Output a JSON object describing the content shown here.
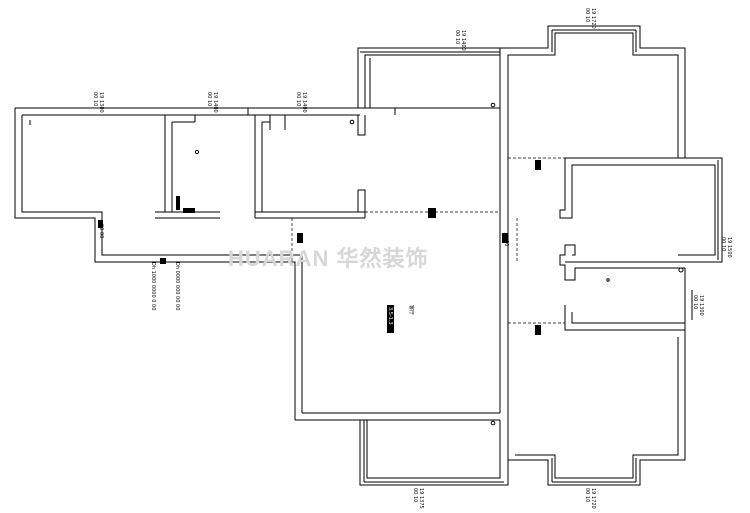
{
  "watermark": "HUARAN 华然装饰",
  "dimensions": {
    "top_left_room": "19 1300\n00 10",
    "top_mid_left": "19 1400\n00 10",
    "top_mid": "19 1400\n00 10",
    "top_balcony": "19 1400\n00 10",
    "top_right": "19 1720\n00 10",
    "right_upper": "19 1500\n00 10",
    "right_lower": "19 1300\n00 10",
    "bottom_mid": "19 1375\n00 10",
    "bottom_right": "19 1720\n00 10"
  },
  "annotations": {
    "living_room_tag": "客厅",
    "living_room_code": "3.5-1.3",
    "entry_notes": [
      "Dh 1000 0000 0 00",
      "Dh 0000 000 00 00"
    ],
    "small_tag_left": "00 00",
    "corridor_tag": "00"
  }
}
